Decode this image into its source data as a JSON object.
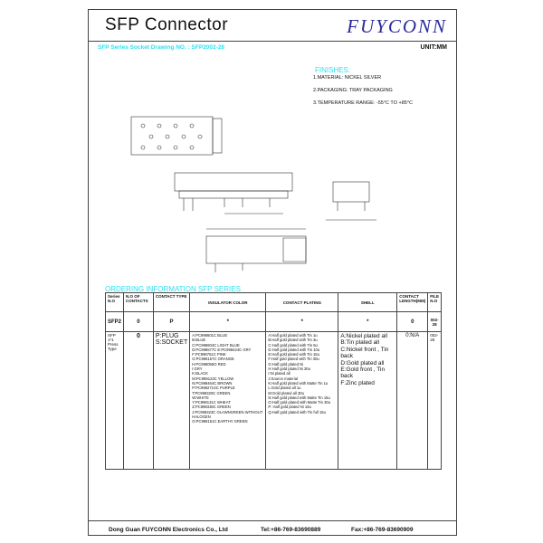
{
  "header": {
    "title": "SFP  Connector",
    "brand": "FUYCONN",
    "drawing_no": "SFP Series Socket Drawing NO. : SFP2002-28",
    "unit": "UNIT:MM"
  },
  "finishes": {
    "heading": "FINISHES:",
    "items": [
      "1.MATERIAL:  NICKEL  SILVER",
      "2.PACKAGING:  TRAY  PACKAGING",
      "3.TEMPERATURE  RANGE:  -55°C  TO  +85°C"
    ]
  },
  "ordering": {
    "heading": "ORDERING INFORMATION SFP SERIES",
    "columns": [
      "Series N.O",
      "N.O OF CONTACTS",
      "CONTACT TYPE",
      "INSULATOR COLOR",
      "CONTACT PLATING",
      "SHELL",
      "CONTACT LENGTH(MM)",
      "FILE N.O"
    ],
    "code_row": [
      "SFP2",
      "0",
      "P",
      "*",
      "*",
      "*",
      "0",
      "002-28"
    ],
    "series": "SFP 1*1 Press Type",
    "contacts": "0",
    "types": [
      "P:PLUG",
      "S:SOCKET"
    ],
    "colors": [
      "A:PC998601C BLUE",
      "B:BLUE",
      "C:PC998604C LIGHT BLUE",
      "D:PC998577C E:PC998424C GRY",
      "F:PC998751C PINK",
      "G:PC998157C ORANGE",
      "H:PC998055O RED",
      "I:GRY",
      "K:BLACK",
      "M:PC998123C  YELLOW",
      "N:PC998464C BROWN",
      "P:PC998271SC PURPLE",
      "T:PC998320C GREEN",
      "W:WHITE",
      "Y:PC998131C WHEAT",
      "Z:PC998338C GREEN",
      "J:PC998323C OLAWNGREEN WITHOUT HALOGEN",
      "O:PC998151C EARTHY GREEN"
    ],
    "plating": [
      "A:Half gold plated with Tin 1u",
      "B:Half gold plated with Tin 3u",
      "C:Half gold plated with Tin 5u",
      "D:Half gold plated with Tin 10u",
      "E:Half gold plated with Tin 15u",
      "F:Half gold plated with Tin 30u",
      "G:Half gold plated Ni",
      "H:Half gold plated Ni 30u",
      "I:Ni plated all",
      "J:Source material",
      "K:Half gold plated with Matte Tin 1u",
      "L:Gold plated all 1u",
      "M:Gold plated all 30u",
      "N:Half gold plated with Matte Tin 15u",
      "O:Half gold plated with Matte Tin 30u",
      "P:  Half gold plated Ni 15u",
      "Q:Half gold plated with Tin full 15u"
    ],
    "shell": [
      "A:Nickel plated all",
      "B:Tin plated all",
      "C:Nickel front , Tin back",
      "D:Gold plated all",
      "E:Gold front , Tin back",
      "F:Zinc plated"
    ],
    "length": "0:N/A",
    "file": "002-28"
  },
  "footer": {
    "company": "Dong Guan FUYCONN Electronics  Co., Ltd",
    "tel": "Tel:+86-769-83690889",
    "fax": "Fax:+86-769-83690909"
  }
}
